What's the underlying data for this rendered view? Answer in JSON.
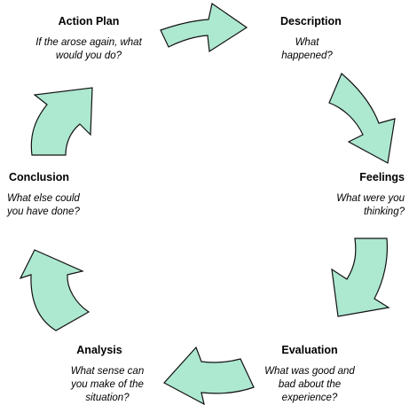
{
  "diagram": {
    "stages": [
      {
        "id": "action-plan",
        "title": "Action Plan",
        "question": "If the arose again, what would you do?"
      },
      {
        "id": "description",
        "title": "Description",
        "question": "What happened?"
      },
      {
        "id": "feelings",
        "title": "Feelings",
        "question": "What were you thinking?"
      },
      {
        "id": "evaluation",
        "title": "Evaluation",
        "question": "What was good and bad about the experience?"
      },
      {
        "id": "analysis",
        "title": "Analysis",
        "question": "What sense can you make of the situation?"
      },
      {
        "id": "conclusion",
        "title": "Conclusion",
        "question": "What else could you have done?"
      }
    ],
    "colors": {
      "arrow_fill": "#ade8d1",
      "arrow_stroke": "#111111",
      "text": "#000000"
    }
  }
}
